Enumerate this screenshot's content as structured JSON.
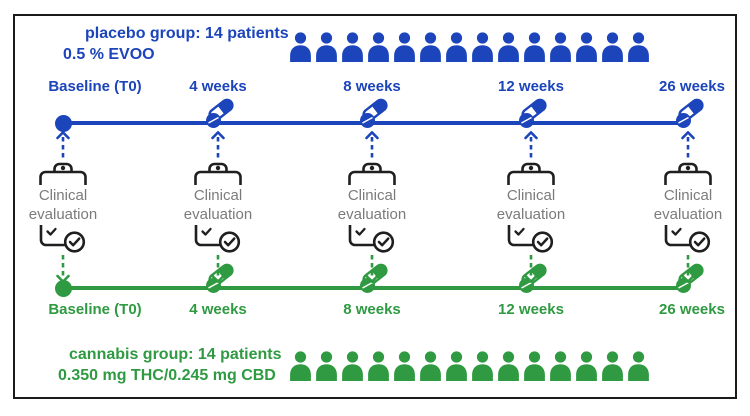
{
  "colors": {
    "blue": "#1c44bb",
    "green": "#2f9a41",
    "gray": "#7b7b7b",
    "icon_stroke": "#1f1f1f",
    "border": "#1a1a1a"
  },
  "placebo": {
    "title": "placebo group: 14 patients",
    "subtitle": "0.5 % EVOO",
    "patient_count": 14
  },
  "cannabis": {
    "title": "cannabis group: 14 patients",
    "subtitle": "0.350 mg THC/0.245 mg CBD",
    "patient_count": 14
  },
  "timepoints": [
    {
      "label": "Baseline (T0)",
      "marker": "circle"
    },
    {
      "label": "4 weeks",
      "marker": "pill"
    },
    {
      "label": "8 weeks",
      "marker": "pill"
    },
    {
      "label": "12 weeks",
      "marker": "pill"
    },
    {
      "label": "26 weeks",
      "marker": "pill"
    }
  ],
  "evaluation": {
    "line1": "Clinical",
    "line2": "evaluation"
  },
  "icons": {
    "patient": "person-icon",
    "timepoint_marker": "pill-icon",
    "baseline_marker": "circle-marker",
    "evaluation_top": "clipboard-icon",
    "evaluation_bottom": "checked-checklist-icon",
    "to_placebo_timeline": "dashed-arrow-up-icon",
    "to_cannabis_timeline": "dashed-arrow-down-icon"
  }
}
